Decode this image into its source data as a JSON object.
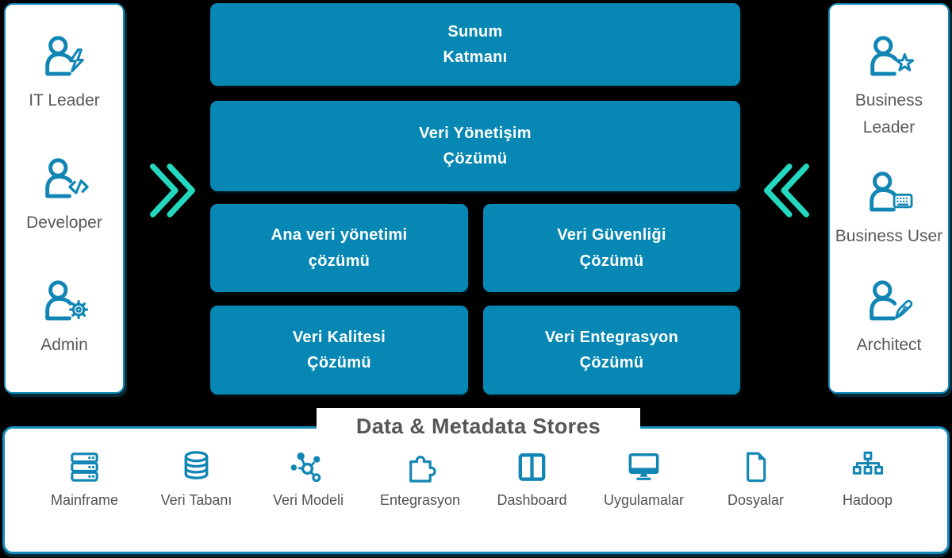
{
  "colors": {
    "box_teal": "#0788b4",
    "panel_border": "#1489ba",
    "chevron_teal": "#24d8c0",
    "icon_teal": "#1186b5",
    "label_gray": "#58595b",
    "title_gray": "#565759",
    "background": "#000000"
  },
  "left_panel": {
    "items": [
      {
        "label": "IT Leader",
        "icon": "person-lightning-icon"
      },
      {
        "label": "Developer",
        "icon": "person-code-icon"
      },
      {
        "label": "Admin",
        "icon": "person-gear-icon"
      }
    ]
  },
  "right_panel": {
    "items": [
      {
        "label": "Business Leader",
        "icon": "person-star-icon"
      },
      {
        "label": "Business User",
        "icon": "person-keyboard-icon"
      },
      {
        "label": "Architect",
        "icon": "person-pen-icon"
      }
    ]
  },
  "center": {
    "boxes": [
      {
        "line1": "Sunum",
        "line2": "Katmanı"
      },
      {
        "line1": "Veri Yönetişim",
        "line2": "Çözümü"
      },
      {
        "line1": "Ana veri yönetimi",
        "line2": "çözümü"
      },
      {
        "line1": "Veri Güvenliği",
        "line2": "Çözümü"
      },
      {
        "line1": "Veri Kalitesi",
        "line2": "Çözümü"
      },
      {
        "line1": "Veri Entegrasyon",
        "line2": "Çözümü"
      }
    ]
  },
  "stores": {
    "title": "Data & Metadata Stores",
    "items": [
      {
        "label": "Mainframe",
        "icon": "mainframe-icon"
      },
      {
        "label": "Veri Tabanı",
        "icon": "database-icon"
      },
      {
        "label": "Veri Modeli",
        "icon": "data-model-icon"
      },
      {
        "label": "Entegrasyon",
        "icon": "puzzle-icon"
      },
      {
        "label": "Dashboard",
        "icon": "dashboard-icon"
      },
      {
        "label": "Uygulamalar",
        "icon": "monitor-icon"
      },
      {
        "label": "Dosyalar",
        "icon": "document-icon"
      },
      {
        "label": "Hadoop",
        "icon": "hadoop-icon"
      }
    ]
  }
}
